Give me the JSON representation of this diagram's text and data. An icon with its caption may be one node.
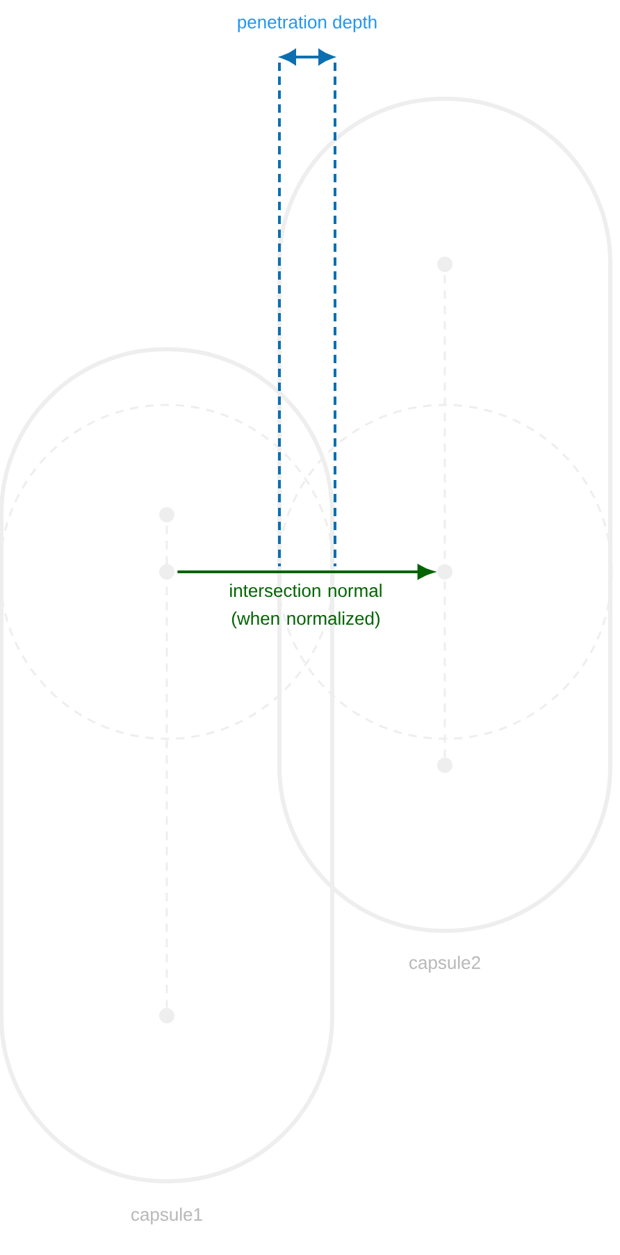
{
  "diagram": {
    "nodes": [
      {
        "text": [],
        "shape": "capsule",
        "beside": [
          "capsule1"
        ]
      },
      {
        "text": [],
        "shape": "capsule",
        "beside": [
          "capsule2"
        ]
      },
      {
        "text": [],
        "shape": "circle",
        "in": 1
      },
      {
        "text": [],
        "shape": "circle",
        "in": 0
      },
      {
        "text": [],
        "shape": "circle",
        "in": 0
      },
      {
        "text": [],
        "shape": "circle",
        "in": 1
      },
      {
        "text": [],
        "shape": "circle",
        "in": 1
      },
      {
        "text": [],
        "shape": "circle",
        "in": 0
      }
    ],
    "edges": [
      {
        "from": 2,
        "to": 6,
        "arrow": "none",
        "style": "dashed",
        "color": "#eeeeee"
      },
      {
        "from": 3,
        "to": 7,
        "arrow": "none",
        "style": "dashed",
        "color": "#eeeeee"
      },
      {
        "from": 4,
        "to": 5,
        "arrow": "to",
        "label": "intersection normal (when normalized)",
        "color": "#006400"
      }
    ],
    "labels": [
      "penetration depth"
    ]
  }
}
